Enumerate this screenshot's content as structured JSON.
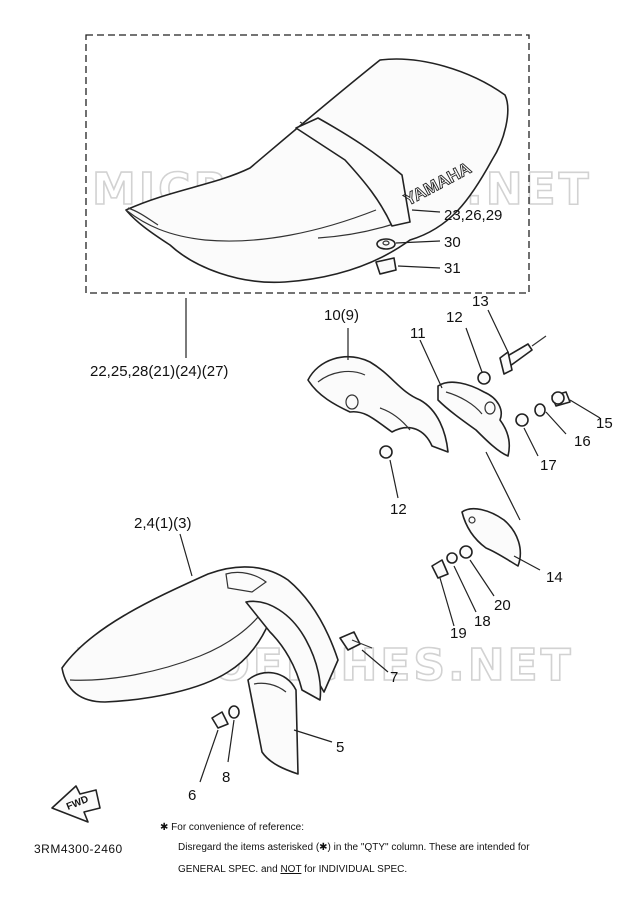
{
  "watermark": "MICROFICHES.NET",
  "seat": {
    "brand_text": "YAMAHA"
  },
  "callouts": {
    "seat_assy": "22,25,28(21)(24)(27)",
    "seat_fasteners": "23,26,29",
    "c30": "30",
    "c31": "31",
    "bracket_cover": "10(9)",
    "c11": "11",
    "c12_upper": "12",
    "c12_lower": "12",
    "c13": "13",
    "c14": "14",
    "c15": "15",
    "c16": "16",
    "c17": "17",
    "c18": "18",
    "c19": "19",
    "c20": "20",
    "fender_assy": "2,4(1)(3)",
    "c5": "5",
    "c6": "6",
    "c7": "7",
    "c8": "8"
  },
  "fwd_arrow": "FWD",
  "document_number": "3RM4300-2460",
  "notes": {
    "heading": "✱  For convenience of reference:",
    "line1": "Disregard the items asterisked (✱) in the \"QTY\" column.  These are intended for",
    "line2_a": "GENERAL SPEC. and ",
    "line2_b": "NOT",
    "line2_c": " for INDIVIDUAL SPEC."
  },
  "colors": {
    "line": "#222222",
    "watermark": "#d2d2d2",
    "background": "#ffffff"
  }
}
